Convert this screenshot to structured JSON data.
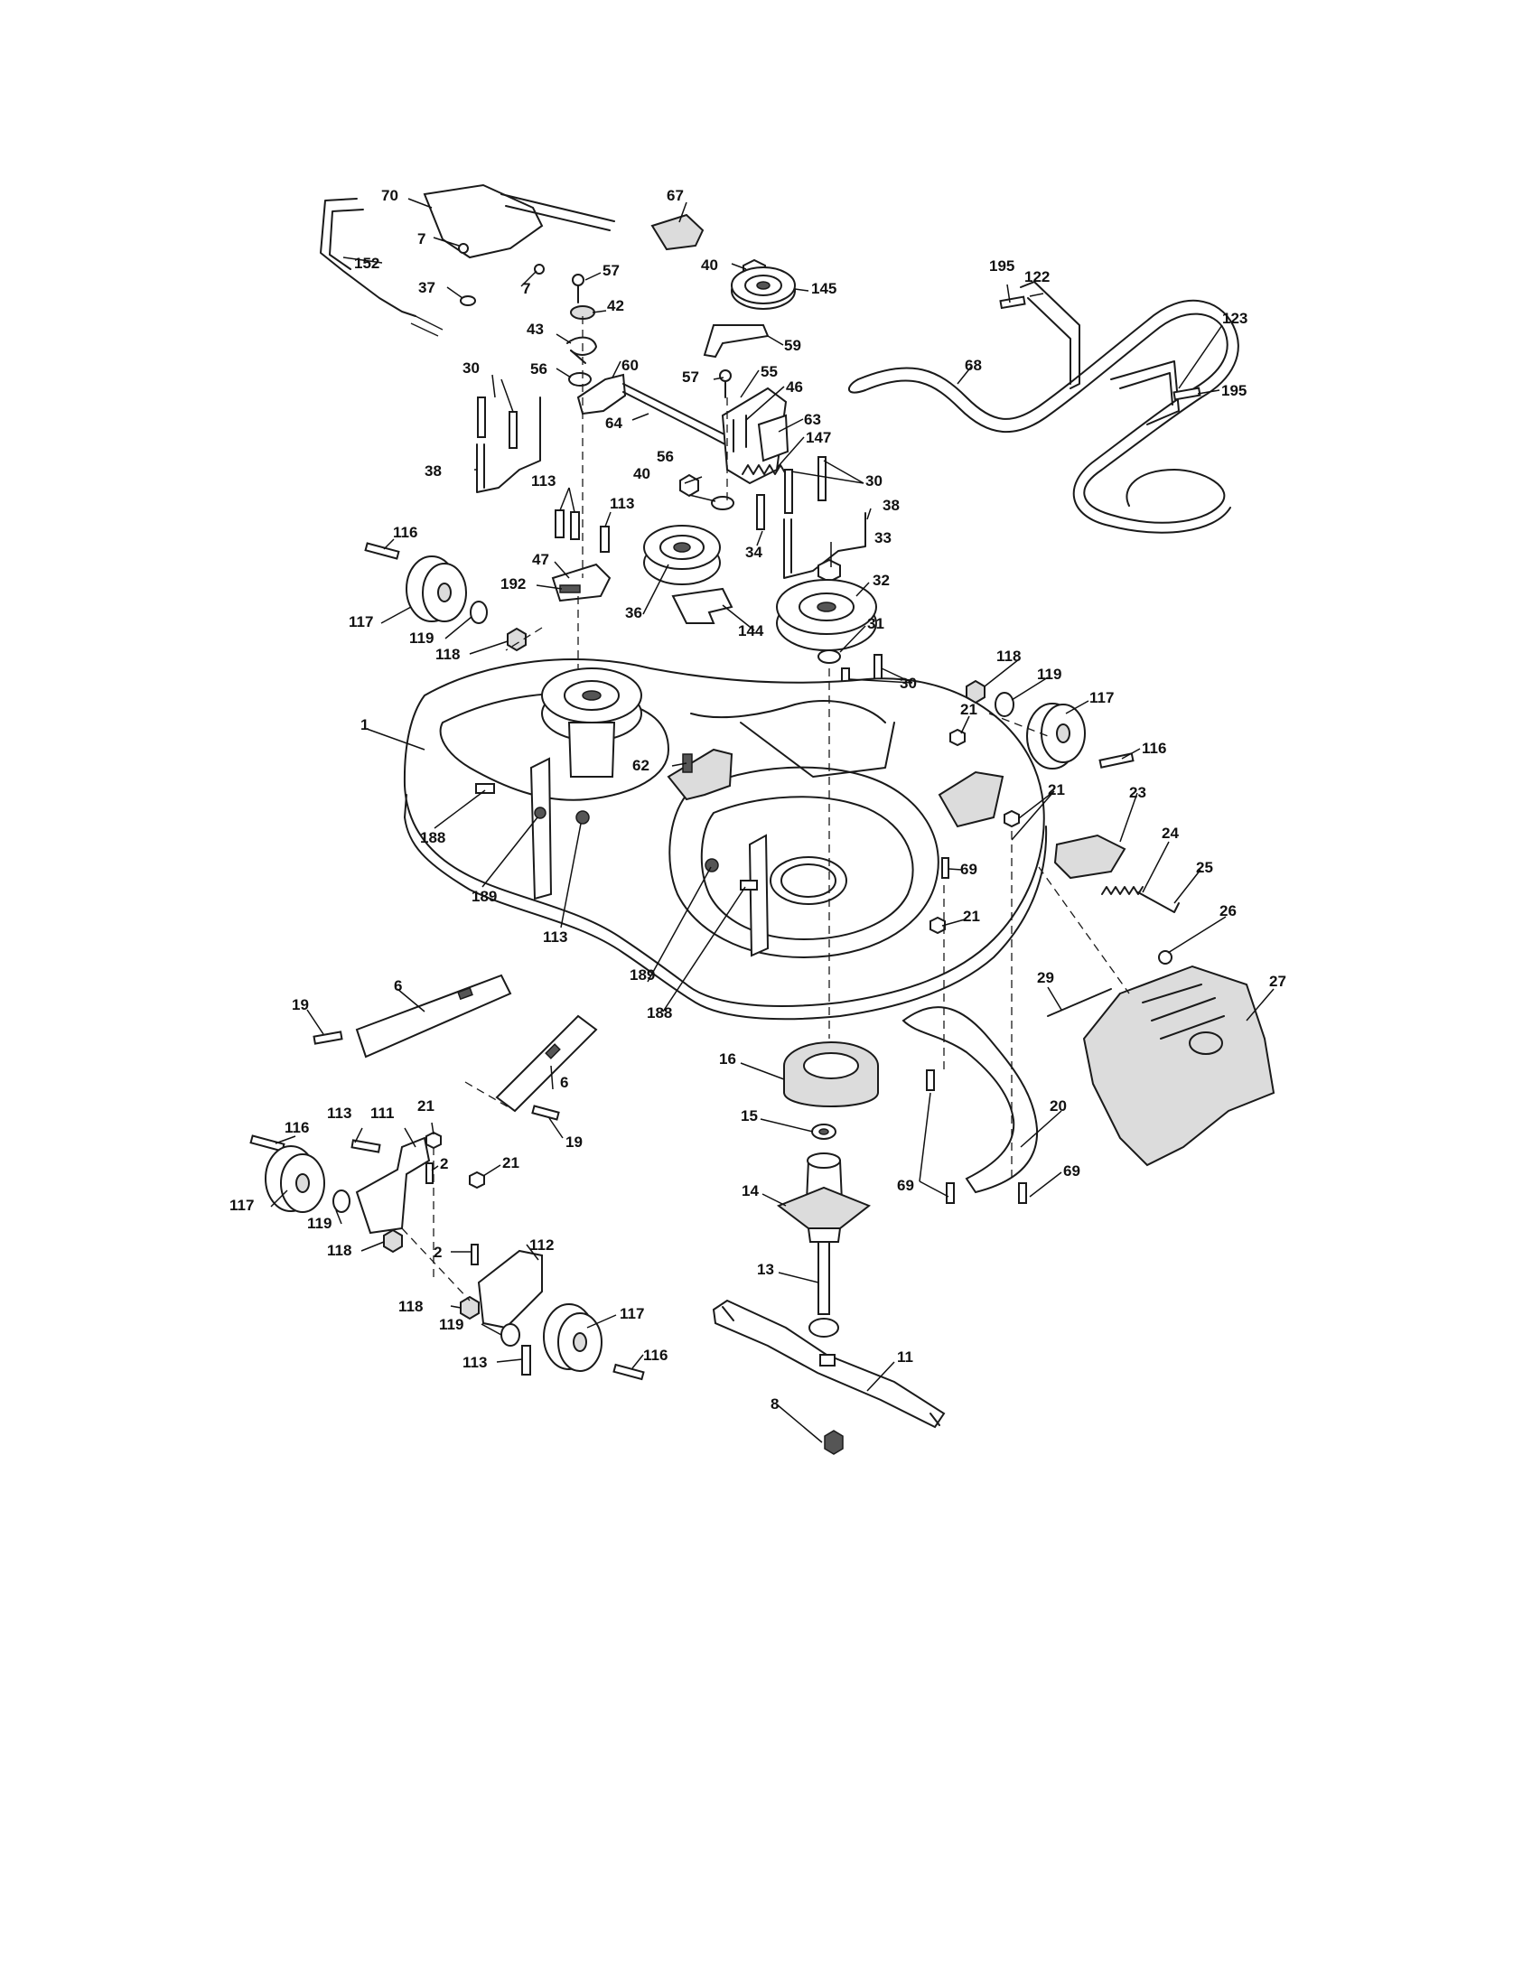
{
  "diagram": {
    "type": "exploded-parts-view",
    "callouts": [
      {
        "id": "c1",
        "text": "1"
      },
      {
        "id": "c2a",
        "text": "2"
      },
      {
        "id": "c2b",
        "text": "2"
      },
      {
        "id": "c6a",
        "text": "6"
      },
      {
        "id": "c6b",
        "text": "6"
      },
      {
        "id": "c7a",
        "text": "7"
      },
      {
        "id": "c7b",
        "text": "7"
      },
      {
        "id": "c8",
        "text": "8"
      },
      {
        "id": "c11",
        "text": "11"
      },
      {
        "id": "c13",
        "text": "13"
      },
      {
        "id": "c14",
        "text": "14"
      },
      {
        "id": "c15",
        "text": "15"
      },
      {
        "id": "c16",
        "text": "16"
      },
      {
        "id": "c19a",
        "text": "19"
      },
      {
        "id": "c19b",
        "text": "19"
      },
      {
        "id": "c20",
        "text": "20"
      },
      {
        "id": "c21a",
        "text": "21"
      },
      {
        "id": "c21b",
        "text": "21"
      },
      {
        "id": "c21c",
        "text": "21"
      },
      {
        "id": "c21d",
        "text": "21"
      },
      {
        "id": "c21e",
        "text": "21"
      },
      {
        "id": "c23",
        "text": "23"
      },
      {
        "id": "c24",
        "text": "24"
      },
      {
        "id": "c25",
        "text": "25"
      },
      {
        "id": "c26",
        "text": "26"
      },
      {
        "id": "c27",
        "text": "27"
      },
      {
        "id": "c29",
        "text": "29"
      },
      {
        "id": "c30a",
        "text": "30"
      },
      {
        "id": "c30b",
        "text": "30"
      },
      {
        "id": "c30c",
        "text": "30"
      },
      {
        "id": "c31",
        "text": "31"
      },
      {
        "id": "c32",
        "text": "32"
      },
      {
        "id": "c33",
        "text": "33"
      },
      {
        "id": "c34",
        "text": "34"
      },
      {
        "id": "c36",
        "text": "36"
      },
      {
        "id": "c37",
        "text": "37"
      },
      {
        "id": "c38a",
        "text": "38"
      },
      {
        "id": "c38b",
        "text": "38"
      },
      {
        "id": "c40a",
        "text": "40"
      },
      {
        "id": "c40b",
        "text": "40"
      },
      {
        "id": "c42",
        "text": "42"
      },
      {
        "id": "c43",
        "text": "43"
      },
      {
        "id": "c46",
        "text": "46"
      },
      {
        "id": "c47",
        "text": "47"
      },
      {
        "id": "c55",
        "text": "55"
      },
      {
        "id": "c56a",
        "text": "56"
      },
      {
        "id": "c56b",
        "text": "56"
      },
      {
        "id": "c57a",
        "text": "57"
      },
      {
        "id": "c57b",
        "text": "57"
      },
      {
        "id": "c59",
        "text": "59"
      },
      {
        "id": "c60",
        "text": "60"
      },
      {
        "id": "c62",
        "text": "62"
      },
      {
        "id": "c63",
        "text": "63"
      },
      {
        "id": "c64",
        "text": "64"
      },
      {
        "id": "c67",
        "text": "67"
      },
      {
        "id": "c68",
        "text": "68"
      },
      {
        "id": "c69a",
        "text": "69"
      },
      {
        "id": "c69b",
        "text": "69"
      },
      {
        "id": "c69c",
        "text": "69"
      },
      {
        "id": "c70",
        "text": "70"
      },
      {
        "id": "c111",
        "text": "111"
      },
      {
        "id": "c112",
        "text": "112"
      },
      {
        "id": "c113a",
        "text": "113"
      },
      {
        "id": "c113b",
        "text": "113"
      },
      {
        "id": "c113c",
        "text": "113"
      },
      {
        "id": "c113d",
        "text": "113"
      },
      {
        "id": "c113e",
        "text": "113"
      },
      {
        "id": "c116a",
        "text": "116"
      },
      {
        "id": "c116b",
        "text": "116"
      },
      {
        "id": "c116c",
        "text": "116"
      },
      {
        "id": "c116d",
        "text": "116"
      },
      {
        "id": "c117a",
        "text": "117"
      },
      {
        "id": "c117b",
        "text": "117"
      },
      {
        "id": "c117c",
        "text": "117"
      },
      {
        "id": "c117d",
        "text": "117"
      },
      {
        "id": "c118a",
        "text": "118"
      },
      {
        "id": "c118b",
        "text": "118"
      },
      {
        "id": "c118c",
        "text": "118"
      },
      {
        "id": "c118d",
        "text": "118"
      },
      {
        "id": "c119a",
        "text": "119"
      },
      {
        "id": "c119b",
        "text": "119"
      },
      {
        "id": "c119c",
        "text": "119"
      },
      {
        "id": "c119d",
        "text": "119"
      },
      {
        "id": "c122",
        "text": "122"
      },
      {
        "id": "c123",
        "text": "123"
      },
      {
        "id": "c144",
        "text": "144"
      },
      {
        "id": "c145",
        "text": "145"
      },
      {
        "id": "c147",
        "text": "147"
      },
      {
        "id": "c152",
        "text": "152"
      },
      {
        "id": "c188a",
        "text": "188"
      },
      {
        "id": "c188b",
        "text": "188"
      },
      {
        "id": "c189a",
        "text": "189"
      },
      {
        "id": "c189b",
        "text": "189"
      },
      {
        "id": "c192",
        "text": "192"
      },
      {
        "id": "c195a",
        "text": "195"
      },
      {
        "id": "c195b",
        "text": "195"
      }
    ]
  }
}
